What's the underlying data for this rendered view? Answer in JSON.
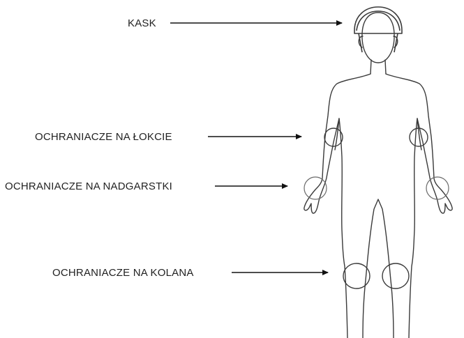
{
  "labels": {
    "helmet": "KASK",
    "elbow_pads": "OCHRANIACZE NA ŁOKCIE",
    "wrist_guards": "OCHRANIACZE NA NADGARSTKI",
    "knee_pads": "OCHRANIACZE NA KOLANA"
  },
  "colors": {
    "text": "#222222",
    "outline": "#3a3a3a",
    "arrow": "#111111",
    "background": "#ffffff"
  }
}
